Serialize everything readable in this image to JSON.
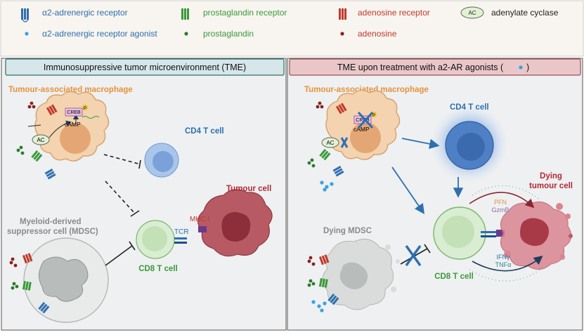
{
  "legend": {
    "items": [
      {
        "label": "α2-adrenergic  receptor",
        "color": "#2e6fb0"
      },
      {
        "label": "α2-adrenergic  receptor agonist",
        "color": "#2e6fb0"
      },
      {
        "label": "prostaglandin receptor",
        "color": "#3a9a3a"
      },
      {
        "label": "prostaglandin",
        "color": "#3a9a3a"
      },
      {
        "label": "adenosine receptor",
        "color": "#c0392b"
      },
      {
        "label": "adenosine",
        "color": "#c0392b"
      },
      {
        "label": "adenylate cyclase",
        "color": "#222222"
      },
      {
        "label": "AC",
        "color": "#222222"
      }
    ]
  },
  "left_panel": {
    "header": "Immunosuppressive tumor microenvironment (TME)",
    "macrophage_title": "Tumour-associated macrophage",
    "creb": "CREB",
    "p": "P",
    "camp": "cAMP",
    "ac": "AC",
    "cd4": "CD4 T cell",
    "tumour": "Tumour cell",
    "mhc": "MHC I",
    "tcr": "TCR",
    "cd8": "CD8 T cell",
    "mdsc_line1": "Myeloid-derived",
    "mdsc_line2": "suppressor cell (MDSC)"
  },
  "right_panel": {
    "header": "TME upon treatment with a2-AR agonists (",
    "header_end": ")",
    "macrophage_title": "Tumour-associated macrophage",
    "creb": "CREB",
    "p": "P",
    "camp": "cAMP",
    "ac": "AC",
    "cd4": "CD4 T cell",
    "dying_tumour_line1": "Dying",
    "dying_tumour_line2": "tumour cell",
    "pfn": "PFN",
    "gzmb": "GzmB",
    "ifn": "IFNγ",
    "tnf": "TNFα",
    "dying_mdsc": "Dying MDSC",
    "cd8": "CD8 T cell"
  },
  "colors": {
    "orange": "#e8913a",
    "blue": "#2e6fb0",
    "green": "#3a9a3a",
    "red": "#c0392b",
    "header_left_bg": "#d6e6ea",
    "header_right_bg": "#e9c7c9",
    "panel_bg": "#eef0f1"
  }
}
